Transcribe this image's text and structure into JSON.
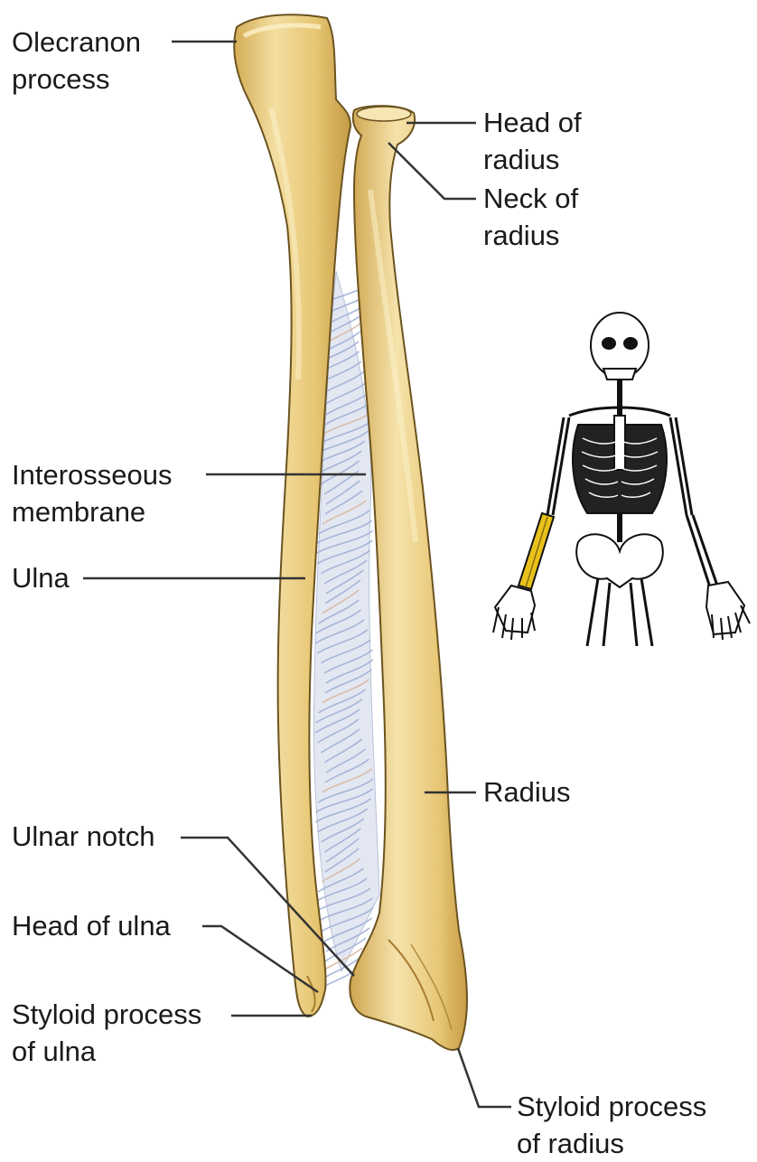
{
  "labels": {
    "olecranon": [
      "Olecranon",
      "process"
    ],
    "head_radius": [
      "Head of",
      "radius"
    ],
    "neck_radius": [
      "Neck of",
      "radius"
    ],
    "interosseous": [
      "Interosseous",
      "membrane"
    ],
    "ulna": [
      "Ulna"
    ],
    "radius": [
      "Radius"
    ],
    "ulnar_notch": [
      "Ulnar notch"
    ],
    "head_ulna": [
      "Head of ulna"
    ],
    "styloid_ulna": [
      "Styloid process",
      "of ulna"
    ],
    "styloid_radius": [
      "Styloid process",
      "of radius"
    ]
  },
  "colors": {
    "bone_fill": "#e8c97a",
    "bone_light": "#f4e2a8",
    "bone_shadow": "#c9a24e",
    "bone_outline": "#6b5320",
    "membrane_fill": "#dfe4ef",
    "membrane_strand": "#9fb0d6",
    "membrane_strand_warm": "#d9b8a0",
    "leader_line": "#333333",
    "highlight": "#e8c21a",
    "skeleton_line": "#111111"
  },
  "icons": {
    "skeleton": "skeleton-inset-icon"
  }
}
